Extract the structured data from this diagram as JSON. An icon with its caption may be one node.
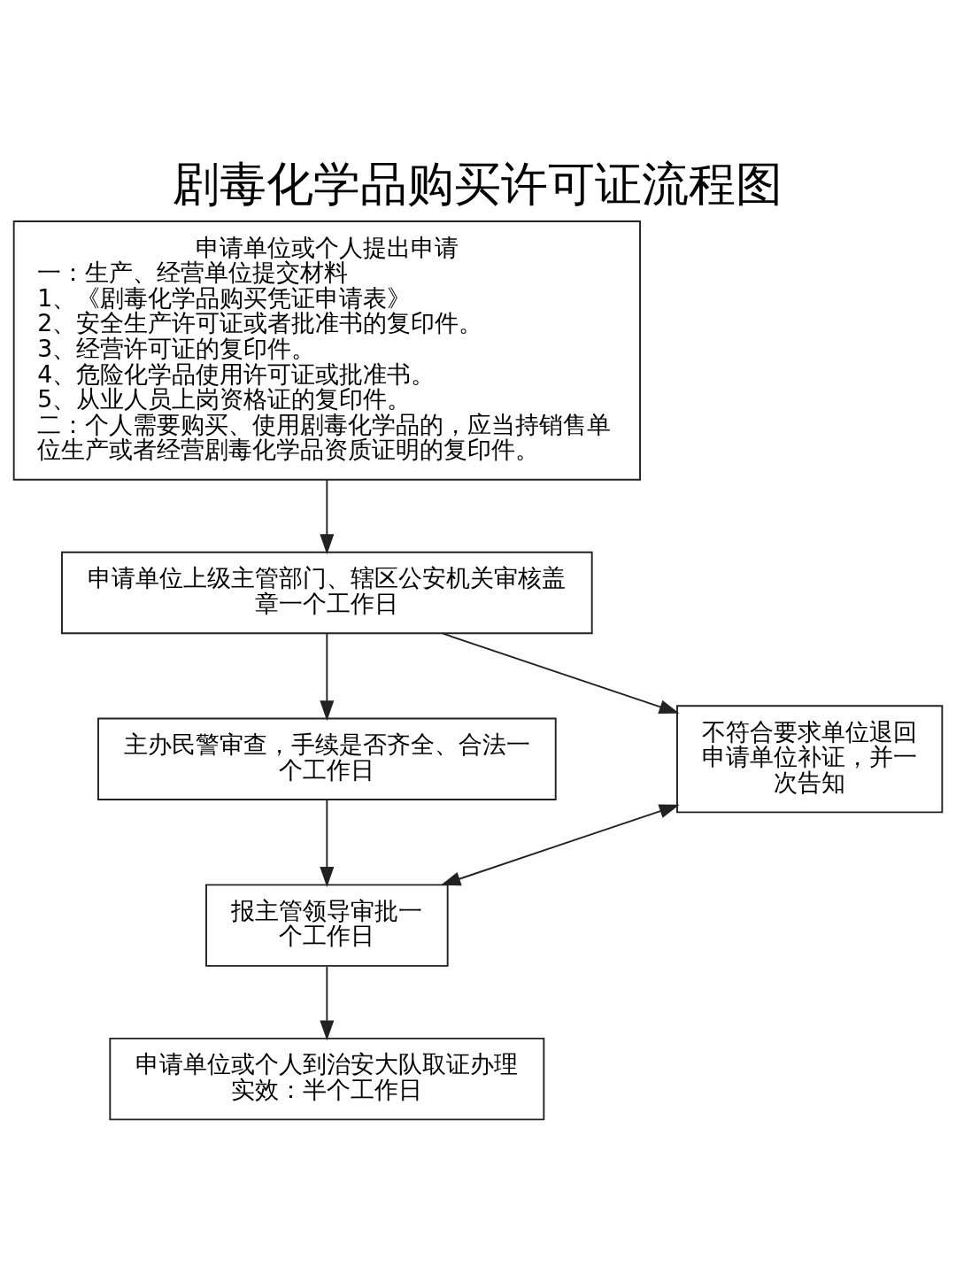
{
  "diagram": {
    "title": "剧毒化学品购买许可证流程图",
    "nodes": [
      {
        "text": [
          "申请单位或个人提出申请",
          "一：生产、经营单位提交材料",
          "1、《剧毒化学品购买凭证申请表》",
          "2、安全生产许可证或者批准书的复印件。",
          "3、经营许可证的复印件。",
          "4、危险化学品使用许可证或批准书。",
          "5、从业人员上岗资格证的复印件。",
          "二：个人需要购买、使用剧毒化学品的，应当持销售单位生产或者经营剧毒化学品资质证明的复印件。"
        ]
      },
      {
        "text": [
          "申请单位上级主管部门、辖区公安机关审核盖章一个工作日"
        ]
      },
      {
        "text": [
          "主办民警审查，手续是否齐全、合法一个工作日"
        ]
      },
      {
        "text": [
          "报主管领导审批一个工作日"
        ]
      },
      {
        "text": [
          "申请单位或个人到治安大队取证办理实效：半个工作日"
        ]
      },
      {
        "text": [
          "不符合要求单位退回申请单位补证，并一次告知"
        ]
      }
    ],
    "edges": [
      {
        "from": 0,
        "to": 1,
        "arrow": "to"
      },
      {
        "from": 1,
        "to": 2,
        "arrow": "to"
      },
      {
        "from": 2,
        "to": 3,
        "arrow": "to"
      },
      {
        "from": 3,
        "to": 4,
        "arrow": "to"
      },
      {
        "from": 1,
        "to": 5,
        "arrow": "to"
      },
      {
        "from": 3,
        "to": 5,
        "arrow": "both"
      }
    ]
  }
}
